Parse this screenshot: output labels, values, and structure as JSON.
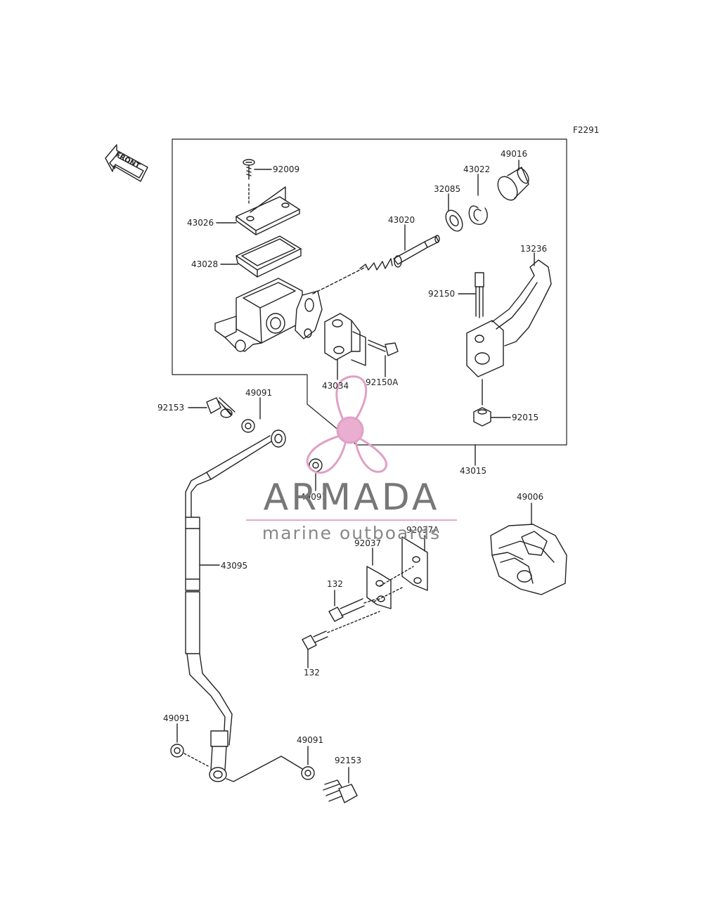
{
  "figure_code": "F2291",
  "front_label": "FRONT",
  "watermark": {
    "brand": "ARMADA",
    "tagline": "marine outboards",
    "accent_color": "#e0a0c4",
    "text_color": "#777777"
  },
  "callouts": {
    "c92009": "92009",
    "c43026": "43026",
    "c43028": "43028",
    "c43020": "43020",
    "c32085": "32085",
    "c43022": "43022",
    "c49016": "49016",
    "c13236": "13236",
    "c92150": "92150",
    "c43034": "43034",
    "c92150A": "92150A",
    "c92015": "92015",
    "c43015": "43015",
    "c92153a": "92153",
    "c49091a": "49091",
    "c49091b": "49091",
    "c43095": "43095",
    "c49006": "49006",
    "c92037A": "92037A",
    "c92037": "92037",
    "c132a": "132",
    "c132b": "132",
    "c49091c": "49091",
    "c49091d": "49091",
    "c92153b": "92153"
  }
}
